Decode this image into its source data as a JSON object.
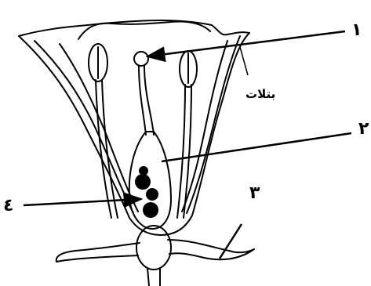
{
  "diagram": {
    "labels": {
      "one": "١",
      "two": "٢",
      "three": "٣",
      "four": "٤",
      "petals": "بتلات"
    },
    "colors": {
      "ink": "#000000",
      "paper": "#ffffff"
    }
  }
}
